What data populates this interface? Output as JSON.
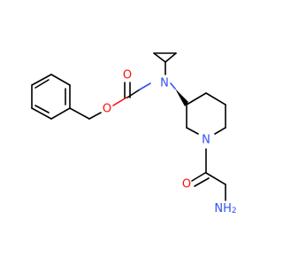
{
  "atom_labels": {
    "ester_oxygen": "O",
    "carbonyl_oxygen_carbamate": "O",
    "carbamate_nitrogen": "N",
    "ring_nitrogen": "N",
    "carbonyl_oxygen_amide": "O",
    "amine_nitrogen": "NH",
    "amine_h_subscript": "2"
  },
  "colors": {
    "bond": "#000000",
    "oxygen": "#ff0d0d",
    "nitrogen": "#3050f8",
    "background": "#ffffff"
  }
}
